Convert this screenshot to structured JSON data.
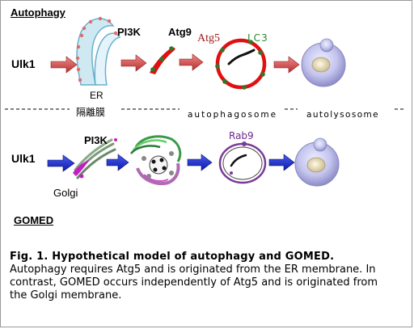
{
  "headers": {
    "autophagy": "Autophagy",
    "gomed": "GOMED"
  },
  "labels": {
    "ulk1_top": "Ulk1",
    "pi3k_top": "PI3K",
    "atg9": "Atg9",
    "atg5": "Atg5",
    "lc3": "LC3",
    "er": "ER",
    "er_japanese": "隔離膜",
    "autophagosome": "autophagosome",
    "autolysosome": "autolysosome",
    "ulk1_bottom": "Ulk1",
    "pi3k_bottom": "PI3K",
    "golgi": "Golgi",
    "rab9": "Rab9"
  },
  "caption": {
    "title": "Fig. 1. Hypothetical model of autophagy and GOMED.",
    "body": "Autophagy requires Atg5 and is originated from the ER membrane. In contrast, GOMED occurs independently of Atg5 and is originated from the Golgi membrane."
  },
  "colors": {
    "arrow_top": "#d85050",
    "arrow_bottom": "#1c2fd6",
    "atg5_text": "#a01818",
    "lc3_text": "#2a8a2a",
    "rab9_text": "#6a2a8a",
    "ring_red": "#e01010",
    "er_blue": "#a8d8e8",
    "golgi_magenta": "#c020c0",
    "lysosome": "#b8b8e8"
  }
}
